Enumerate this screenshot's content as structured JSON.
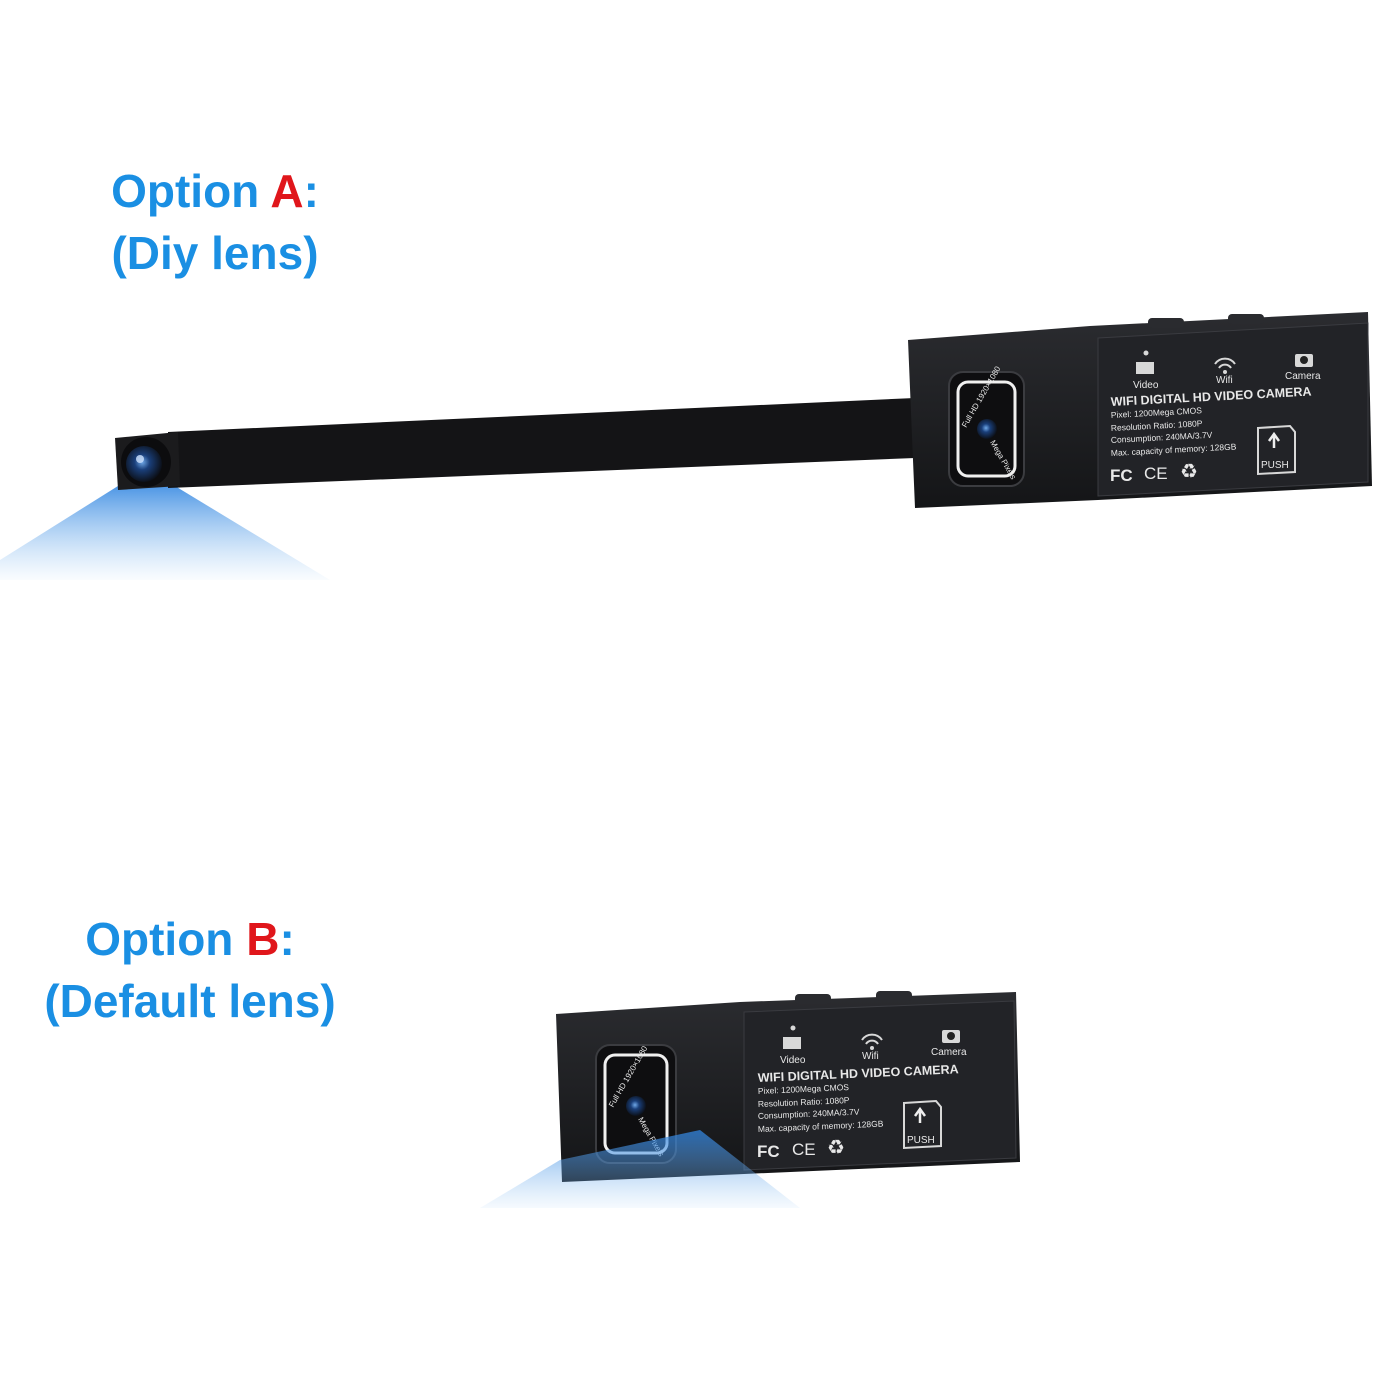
{
  "option_a": {
    "prefix": "Option ",
    "letter": "A",
    "suffix": ":",
    "subtitle": "(Diy lens)"
  },
  "option_b": {
    "prefix": "Option ",
    "letter": "B",
    "suffix": ":",
    "subtitle": "(Default lens)"
  },
  "device_label": {
    "mode_video": "Video",
    "mode_wifi": "Wifi",
    "mode_camera": "Camera",
    "title": "WIFI DIGITAL HD VIDEO CAMERA",
    "spec_pixel": "Pixel: 1200Mega CMOS",
    "spec_resolution": "Resolution Ratio: 1080P",
    "spec_consumption": "Consumption: 240MA/3.7V",
    "spec_memory": "Max. capacity of memory: 128GB",
    "sd_slot": "PUSH",
    "lens_ring": "Full HD 1920×1080",
    "lens_ring_2": "Mega Pixels",
    "cert_fc": "FC",
    "cert_ce": "CE"
  },
  "colors": {
    "label_blue": "#1a8fe3",
    "label_red": "#e0161b",
    "device_body": "#1e1f22",
    "light_beam": "#3a8fe6"
  }
}
